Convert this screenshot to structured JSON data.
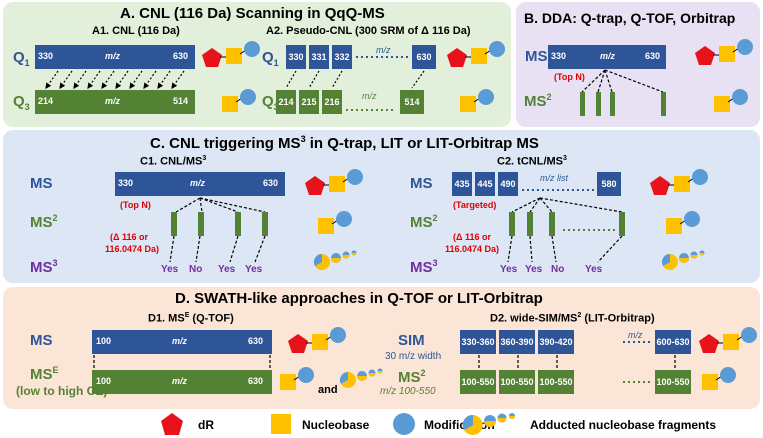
{
  "colors": {
    "blue_bar": "#2e5597",
    "green_bar": "#548235",
    "dR": "#e8131a",
    "nucleobase": "#ffc000",
    "modification": "#5b9bd5",
    "panelA": "#e2efda",
    "panelB": "#e8e0f3",
    "panelC": "#dce6f4",
    "panelD": "#fbe5d6"
  },
  "panelA": {
    "title": "A. CNL (116 Da) Scanning in QqQ-MS",
    "a1_title": "A1. CNL (116 Da)",
    "a2_title": "A2. Pseudo-CNL (300 SRM of Δ 116 Da)",
    "q1_label": "Q",
    "q1_sub": "1",
    "q3_label": "Q",
    "q3_sub": "3",
    "a1_q1": {
      "start": "330",
      "mid": "m/z",
      "end": "630"
    },
    "a1_q3": {
      "start": "214",
      "mid": "m/z",
      "end": "514"
    },
    "a2_q1": {
      "c1": "330",
      "c2": "331",
      "c3": "332",
      "dots": "m/z",
      "end": "630"
    },
    "a2_q3": {
      "c1": "214",
      "c2": "215",
      "c3": "216",
      "dots": "m/z",
      "end": "514"
    }
  },
  "panelB": {
    "title": "B. DDA: Q-trap, Q-TOF, Orbitrap",
    "ms_label": "MS",
    "ms2_label": "MS",
    "ms2_sup": "2",
    "bar": {
      "start": "330",
      "mid": "m/z",
      "end": "630"
    },
    "topn": "(Top N)"
  },
  "panelC": {
    "title": "C. CNL triggering MS",
    "title_sup": "3",
    "title_rest": " in Q-trap, LIT or LIT-Orbitrap MS",
    "ms_label": "MS",
    "ms2_label": "MS",
    "ms2_sup": "2",
    "ms3_label": "MS",
    "ms3_sup": "3",
    "c1_title": "C1. CNL/MS",
    "c1_sup": "3",
    "c2_title": "C2. tCNL/MS",
    "c2_sup": "3",
    "c1_bar": {
      "start": "330",
      "mid": "m/z",
      "end": "630"
    },
    "c2_bar": {
      "c1": "435",
      "c2": "445",
      "c3": "490",
      "list": "m/z list",
      "end": "580"
    },
    "topn": "(Top N)",
    "targeted": "(Targeted)",
    "delta1": "(Δ 116 or",
    "delta2": "116.0474 Da)",
    "c1_answers": [
      "Yes",
      "No",
      "Yes",
      "Yes"
    ],
    "c2_answers": [
      "Yes",
      "Yes",
      "No",
      "Yes"
    ]
  },
  "panelD": {
    "title": "D. SWATH-like approaches in Q-TOF or LIT-Orbitrap",
    "d1_title": "D1. MS",
    "d1_sup": "E",
    "d1_rest": " (Q-TOF)",
    "d2_title": "D2. wide-SIM/MS",
    "d2_sup": "2",
    "d2_rest": " (LIT-Orbitrap)",
    "ms_label": "MS",
    "mse_label": "MS",
    "mse_sup": "E",
    "mse_sub": "(low to high CE)",
    "sim_label": "SIM",
    "sim_width": "30 m/z width",
    "ms2_label": "MS",
    "ms2_sup": "2",
    "ms2_range": "m/z 100-550",
    "d1_ms_bar": {
      "start": "100",
      "mid": "m/z",
      "end": "630"
    },
    "d1_mse_bar": {
      "start": "100",
      "mid": "m/z",
      "end": "630"
    },
    "d2_sim": [
      "330-360",
      "360-390",
      "390-420",
      "600-630"
    ],
    "d2_sim_dots": "m/z",
    "d2_ms2": [
      "100-550",
      "100-550",
      "100-550",
      "100-550"
    ],
    "and": "and"
  },
  "legend": {
    "dr": "dR",
    "nucleobase": "Nucleobase",
    "modification": "Modification",
    "adducted": "Adducted nucleobase fragments"
  }
}
